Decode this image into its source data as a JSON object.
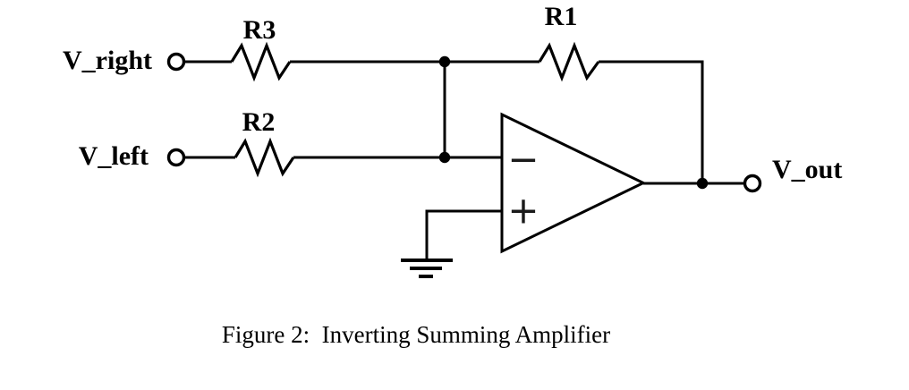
{
  "colors": {
    "ink": "#000000",
    "background": "#ffffff"
  },
  "caption": "Figure 2:  Inverting Summing Amplifier",
  "circuit": {
    "inputs": [
      {
        "terminal_label": "V_right",
        "resistor_label": "R3"
      },
      {
        "terminal_label": "V_left",
        "resistor_label": "R2"
      }
    ],
    "feedback": {
      "resistor_label": "R1"
    },
    "output": {
      "terminal_label": "V_out"
    },
    "opamp": {
      "inverting_sign": "−",
      "noninverting_sign": "+"
    }
  }
}
